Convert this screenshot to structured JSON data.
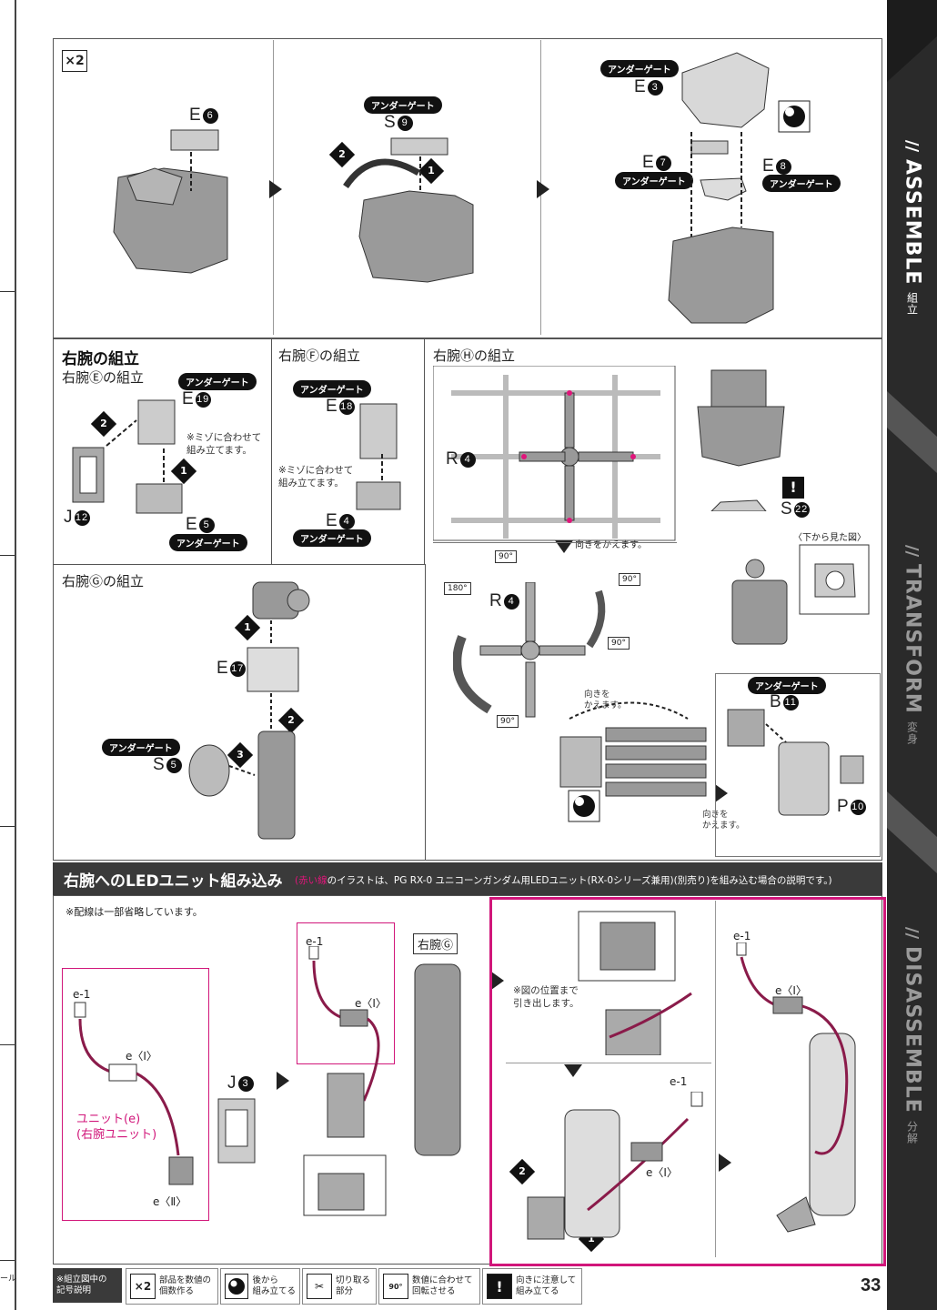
{
  "sidebar": {
    "assemble": "ASSEMBLE",
    "assemble_jp": "組立",
    "transform": "TRANSFORM",
    "transform_jp": "変身",
    "disassemble": "DISASSEMBLE",
    "disassemble_jp": "分解"
  },
  "top": {
    "x2": "×2",
    "p1_part": "E",
    "p1_num": "6",
    "p2_gate": "アンダーゲート",
    "p2_part": "S",
    "p2_num": "9",
    "p2_s1": "1",
    "p2_s2": "2",
    "p3_gate_a": "アンダーゲート",
    "p3_part_a": "E",
    "p3_num_a": "3",
    "p3_part_b": "E",
    "p3_num_b": "7",
    "p3_gate_b": "アンダーゲート",
    "p3_part_c": "E",
    "p3_num_c": "8",
    "p3_gate_c": "アンダーゲート"
  },
  "arm_e": {
    "title": "右腕の組立",
    "sub": "右腕Ⓔの組立",
    "gate1": "アンダーゲート",
    "part1": "E",
    "num1": "19",
    "note": "※ミゾに合わせて\n組み立てます。",
    "part2": "J",
    "num2": "12",
    "part3": "E",
    "num3": "5",
    "gate2": "アンダーゲート",
    "s1": "1",
    "s2": "2"
  },
  "arm_f": {
    "sub": "右腕Ⓕの組立",
    "gate1": "アンダーゲート",
    "part1": "E",
    "num1": "18",
    "note": "※ミゾに合わせて\n組み立てます。",
    "part2": "E",
    "num2": "4",
    "gate2": "アンダーゲート"
  },
  "arm_h": {
    "sub": "右腕Ⓗの組立",
    "part_r": "R",
    "num_r": "4",
    "turn1": "向きをかえます。",
    "part_r2": "R",
    "num_r2": "4",
    "deg_a": "90°",
    "deg_b": "180°",
    "deg_c": "90°",
    "deg_d": "90°",
    "deg_e": "90°",
    "turn2": "向きを\nかえます。",
    "turn3": "向きを\nかえます。",
    "part_s": "S",
    "num_s": "22",
    "bottom_view": "〈下から見た図〉",
    "gate_b": "アンダーゲート",
    "part_b": "B",
    "num_b": "11",
    "part_p": "P",
    "num_p": "10"
  },
  "arm_g": {
    "sub": "右腕Ⓖの組立",
    "part_e": "E",
    "num_e": "17",
    "gate_s": "アンダーゲート",
    "part_s": "S",
    "num_s": "5",
    "s1": "1",
    "s2": "2",
    "s3": "3"
  },
  "led": {
    "title": "右腕へのLEDユニット組み込み",
    "subtitle_hl": "(赤い線",
    "subtitle": "のイラストは、PG RX-0 ユニコーンガンダム用LEDユニット(RX-0シリーズ兼用)(別売り)を組み込む場合の説明です。)",
    "wiring_note": "※配線は一部省略しています。",
    "e1": "e-1",
    "eI": "e〈Ⅰ〉",
    "eII": "e〈Ⅱ〉",
    "unit": "ユニット(e)\n(右腕ユニット)",
    "part_j": "J",
    "num_j": "3",
    "e1b": "e-1",
    "eIb": "e〈Ⅰ〉",
    "armg": "右腕Ⓖ",
    "pullout": "※図の位置まで\n引き出します。",
    "e1c": "e-1",
    "eIc": "e〈Ⅰ〉",
    "e1d": "e-1",
    "eId": "e〈Ⅰ〉",
    "s1": "1",
    "s2": "2"
  },
  "legend": {
    "intro": "※組立図中の\n記号説明",
    "x2": "×2",
    "x2_txt": "部品を数値の\n個数作る",
    "back_txt": "後から\n組み立てる",
    "cut_txt": "切り取る\n部分",
    "deg": "90°",
    "rot_txt": "数値に合わせて\n回転させる",
    "warn": "!",
    "warn_txt": "向きに注意して\n組み立てる"
  },
  "left_edge": {
    "text": "ール"
  },
  "page_number": "33"
}
